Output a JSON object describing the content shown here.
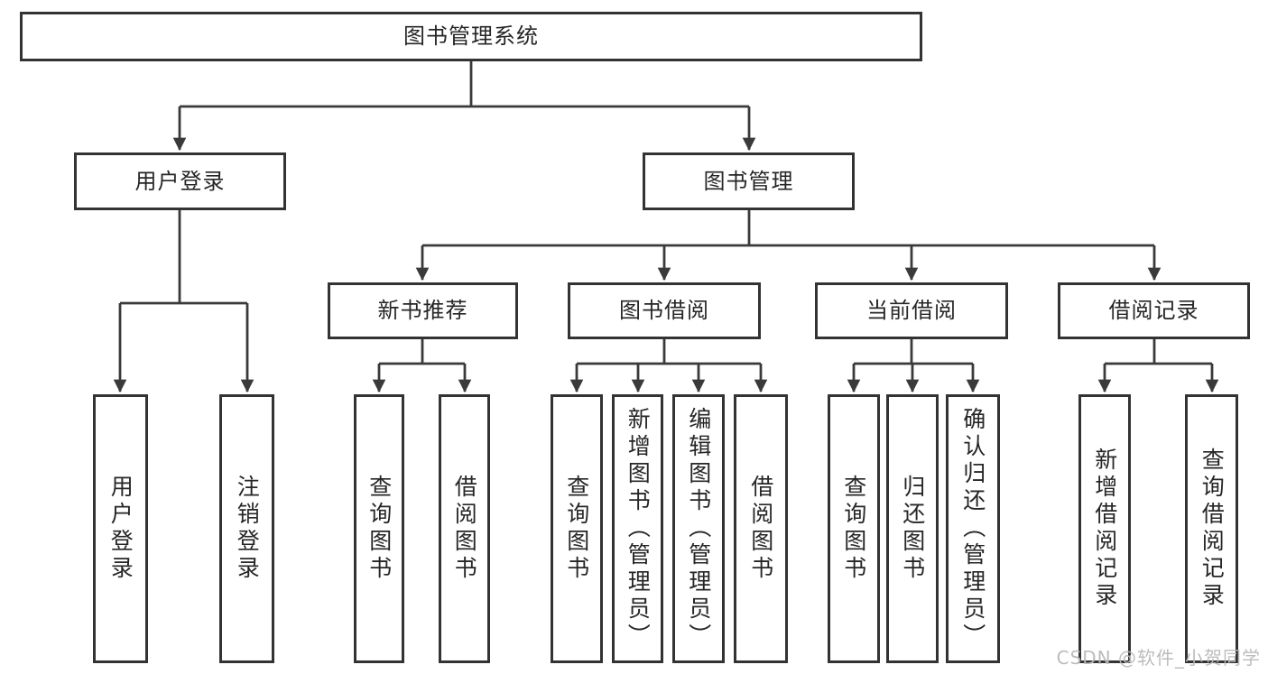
{
  "nodes": {
    "root": {
      "label": "图书管理系统"
    },
    "user_login": {
      "label": "用户登录"
    },
    "book_mgmt": {
      "label": "图书管理"
    },
    "new_book": {
      "label": "新书推荐"
    },
    "book_borrow": {
      "label": "图书借阅"
    },
    "current_borrow": {
      "label": "当前借阅"
    },
    "borrow_records": {
      "label": "借阅记录"
    },
    "leaf_user_login": {
      "label": "用户登录"
    },
    "leaf_logout": {
      "label": "注销登录"
    },
    "leaf_query_book_a": {
      "label": "查询图书"
    },
    "leaf_borrow_book_a": {
      "label": "借阅图书"
    },
    "leaf_query_book_b": {
      "label": "查询图书"
    },
    "leaf_add_book": {
      "label": "新增图书（管理员）"
    },
    "leaf_edit_book": {
      "label": "编辑图书（管理员）"
    },
    "leaf_borrow_book_b": {
      "label": "借阅图书"
    },
    "leaf_query_book_c": {
      "label": "查询图书"
    },
    "leaf_return_book": {
      "label": "归还图书"
    },
    "leaf_confirm_return": {
      "label": "确认归还（管理员）"
    },
    "leaf_add_record": {
      "label": "新增借阅记录"
    },
    "leaf_query_record": {
      "label": "查询借阅记录"
    }
  },
  "watermark": {
    "text": "CSDN @软件_小贺同学",
    "color": "#b9b9b9"
  },
  "colors": {
    "border": "#333333",
    "line": "#3a3a3a",
    "text": "#262626",
    "background": "#ffffff"
  }
}
